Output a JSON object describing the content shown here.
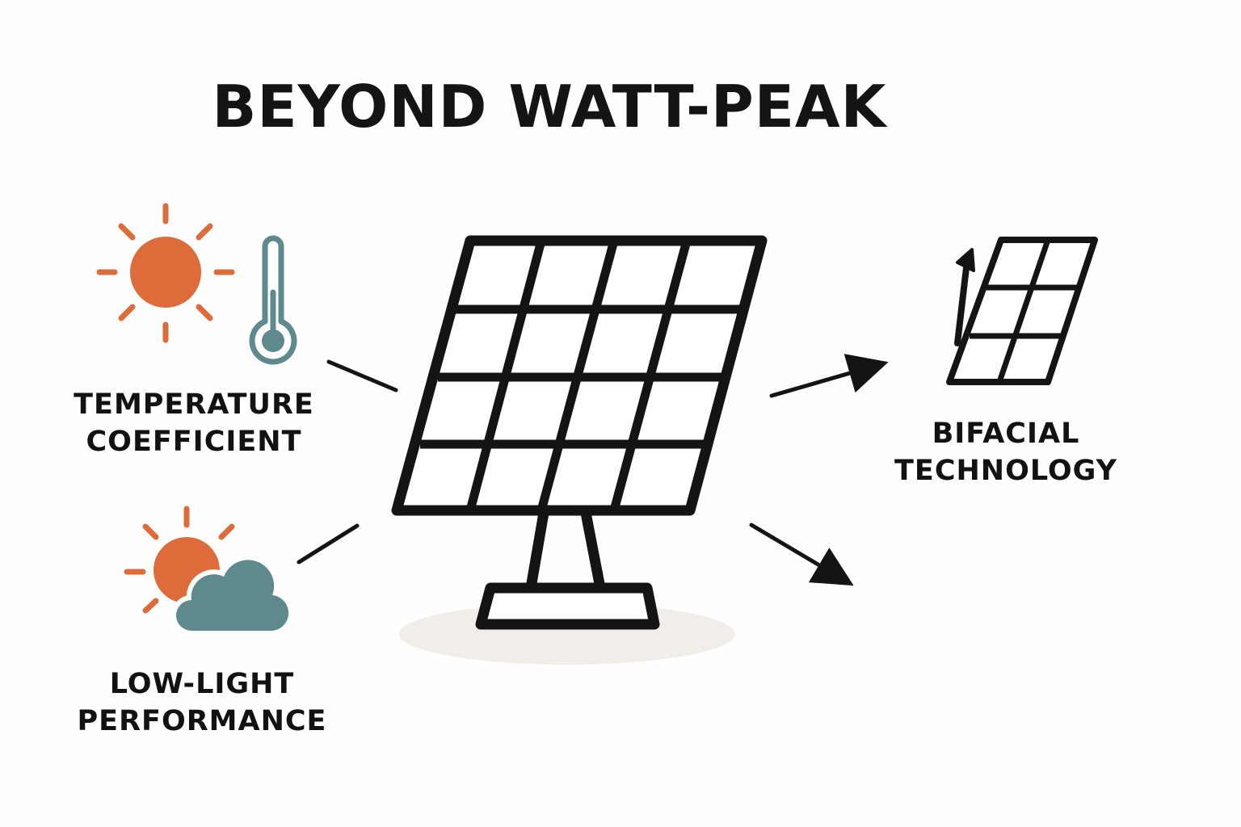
{
  "title": "BEYOND WATT-PEAK",
  "features": {
    "temperature": {
      "line1": "TEMPERATURE",
      "line2": "COEFFICIENT",
      "icons": [
        "sun-icon",
        "thermometer-icon"
      ]
    },
    "low_light": {
      "line1": "LOW-LIGHT",
      "line2": "PERFORMANCE",
      "icons": [
        "sun-behind-cloud-icon"
      ]
    },
    "bifacial": {
      "line1": "BIFACIAL",
      "line2": "TECHNOLOGY",
      "icons": [
        "small-solar-panel-icon",
        "up-arrow-icon"
      ]
    }
  },
  "center_icon": "solar-panel-icon",
  "colors": {
    "sun": "#DE6B3A",
    "thermometer": "#5F8A8D",
    "cloud": "#5F8A8D",
    "outline": "#141414",
    "ground_shadow": "#F1EEE9"
  }
}
